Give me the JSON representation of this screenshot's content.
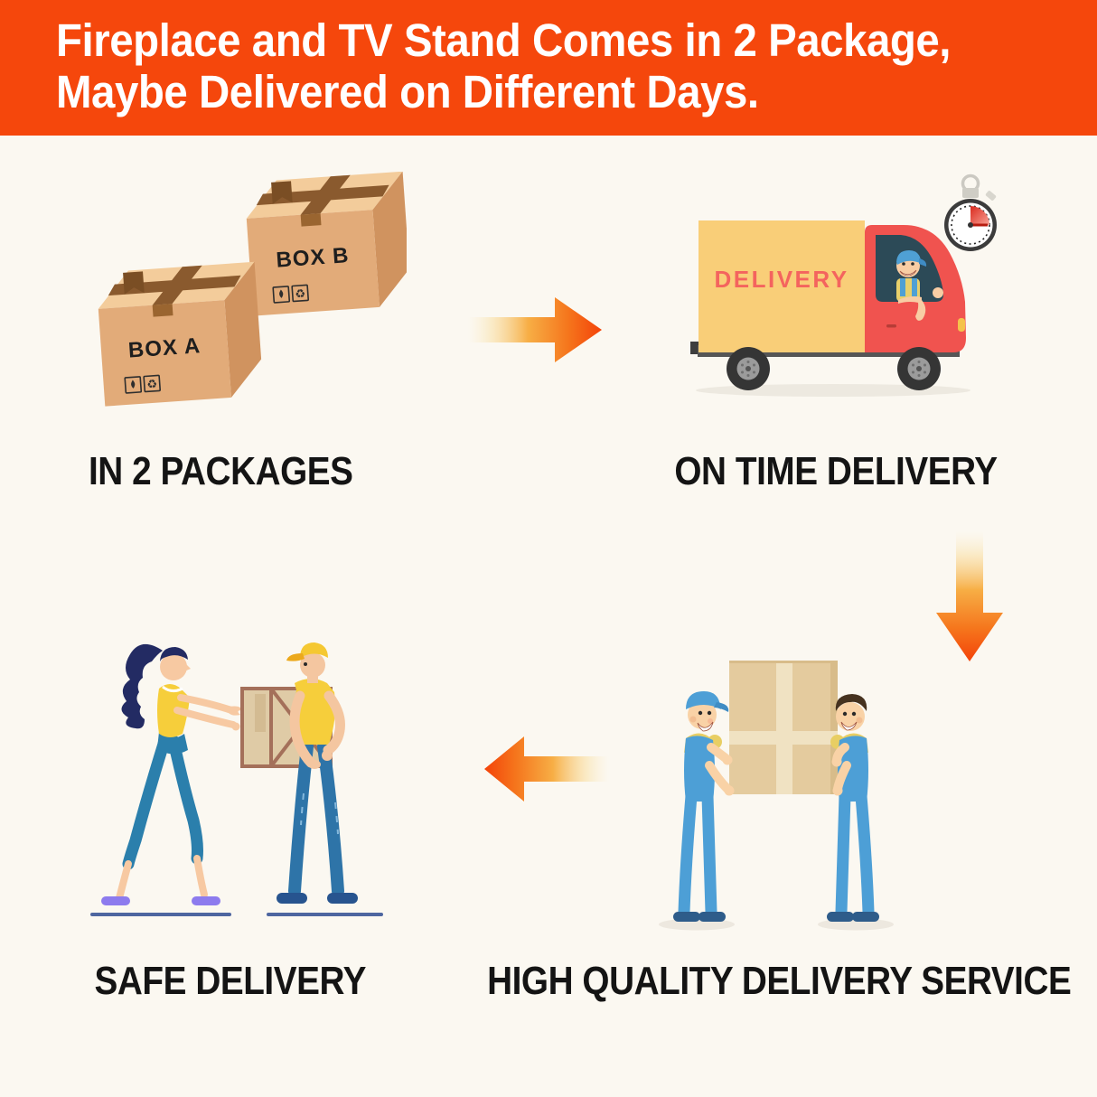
{
  "banner": {
    "line1": "Fireplace and TV Stand Comes in 2 Package,",
    "line2": "Maybe Delivered on Different Days.",
    "background": "#F5470C",
    "text_color": "#FFFFFF"
  },
  "steps": {
    "packages": {
      "caption": "IN 2 PACKAGES",
      "box_a_label": "BOX A",
      "box_b_label": "BOX B"
    },
    "on_time": {
      "caption": "ON TIME DELIVERY",
      "truck_sign": "DELIVERY"
    },
    "quality": {
      "caption": "HIGH QUALITY DELIVERY SERVICE"
    },
    "safe": {
      "caption": "SAFE DELIVERY"
    }
  },
  "icons": {
    "recycle": "♻"
  },
  "colors": {
    "background": "#FBF8F1",
    "caption_text": "#141414",
    "arrow_tip": "#F4430A",
    "arrow_mid": "#F7AE45",
    "arrow_fade": "#FBEBC4",
    "box_front": "#E2AB79",
    "box_top": "#F3CC9B",
    "box_side": "#D0935F",
    "tape_brown": "#8A5A2E",
    "cargo_yellow": "#F9CE78",
    "truck_sign_text": "#F4645E",
    "cab_red": "#F0534F",
    "window_teal": "#2C4A57",
    "worker_blue": "#4D9FD6",
    "shirt_yellow": "#E8CE63",
    "skin": "#F9D2A6",
    "carry_box_tan": "#E4CB9E",
    "woman_hair_navy": "#232B63",
    "woman_top_yellow": "#F6CE3B",
    "pants_teal": "#2B7FAC",
    "slipper_purple": "#8D7BEE",
    "jeans_blue": "#2E74A8",
    "crate_tan": "#DFCBA6",
    "crate_frame": "#A4705A",
    "stopwatch_red": "#D92A1E"
  }
}
